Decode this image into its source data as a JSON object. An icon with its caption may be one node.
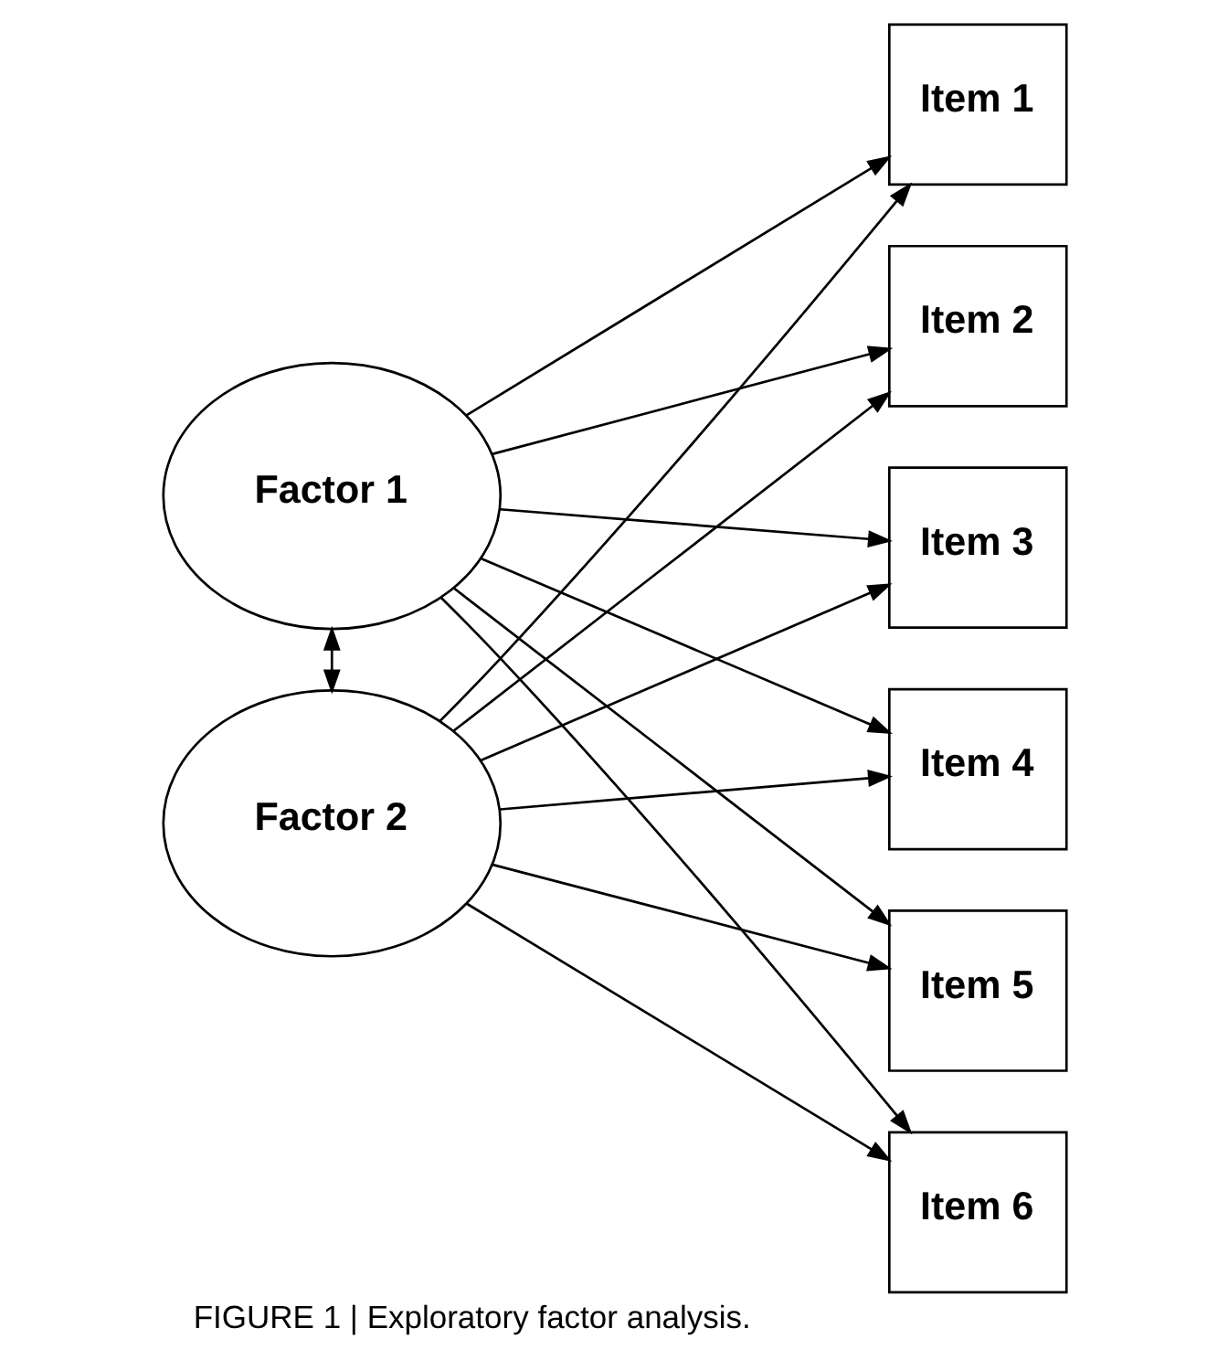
{
  "diagram": {
    "caption": "FIGURE 1 | Exploratory factor analysis.",
    "nodes": [
      {
        "text": [
          "Factor 1"
        ]
      },
      {
        "text": [
          "Factor 2"
        ]
      },
      {
        "text": [
          "Item 1"
        ]
      },
      {
        "text": [
          "Item 2"
        ]
      },
      {
        "text": [
          "Item 3"
        ]
      },
      {
        "text": [
          "Item 4"
        ]
      },
      {
        "text": [
          "Item 5"
        ]
      },
      {
        "text": [
          "Item 6"
        ]
      }
    ],
    "edges": [
      {
        "from": 0,
        "to": 1,
        "arrow": "both"
      },
      {
        "from": 0,
        "to": 2,
        "arrow": "to"
      },
      {
        "from": 0,
        "to": 3,
        "arrow": "to"
      },
      {
        "from": 0,
        "to": 4,
        "arrow": "to"
      },
      {
        "from": 0,
        "to": 5,
        "arrow": "to"
      },
      {
        "from": 0,
        "to": 6,
        "arrow": "to"
      },
      {
        "from": 0,
        "to": 7,
        "arrow": "to"
      },
      {
        "from": 1,
        "to": 2,
        "arrow": "to"
      },
      {
        "from": 1,
        "to": 3,
        "arrow": "to"
      },
      {
        "from": 1,
        "to": 4,
        "arrow": "to"
      },
      {
        "from": 1,
        "to": 5,
        "arrow": "to"
      },
      {
        "from": 1,
        "to": 6,
        "arrow": "to"
      },
      {
        "from": 1,
        "to": 7,
        "arrow": "to"
      }
    ]
  }
}
